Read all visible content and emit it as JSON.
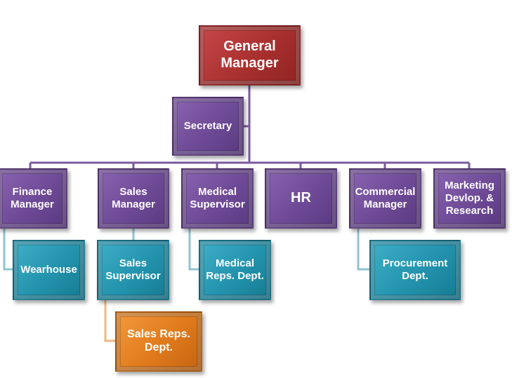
{
  "nodes": {
    "general_manager": "General\nManager",
    "secretary": "Secretary",
    "finance_manager": "Finance\nManager",
    "sales_manager": "Sales\nManager",
    "medical_supervisor": "Medical\nSupervisor",
    "hr": "HR",
    "commercial_manager": "Commercial\nManager",
    "marketing": "Marketing\nDevlop. &\nResearch",
    "wearhouse": "Wearhouse",
    "sales_supervisor": "Sales\nSupervisor",
    "medical_reps": "Medical\nReps. Dept.",
    "procurement": "Procurement\nDept.",
    "sales_reps": "Sales Reps.\nDept."
  },
  "colors": {
    "top": "#a8302f",
    "manager": "#6e4a96",
    "department": "#2393ad",
    "subdepartment": "#e07a1c",
    "connector": "#7a5aa0"
  }
}
